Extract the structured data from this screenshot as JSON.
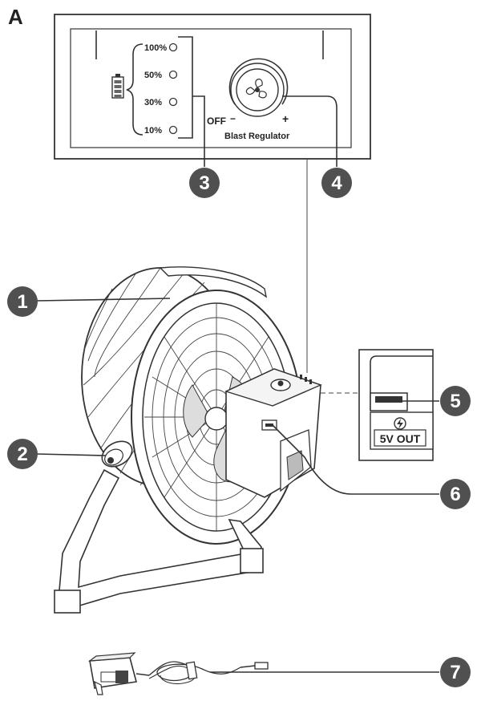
{
  "figure_letter": "A",
  "panel": {
    "levels": [
      "100%",
      "50%",
      "30%",
      "10%"
    ],
    "off_label": "OFF",
    "minus_label": "−",
    "plus_label": "+",
    "regulator_label": "Blast Regulator"
  },
  "usb_port_label": "5V OUT",
  "callouts": [
    "1",
    "2",
    "3",
    "4",
    "5",
    "6",
    "7"
  ],
  "colors": {
    "callout_fill": "#505050",
    "line": "#333333"
  },
  "icons": [
    "battery-icon",
    "fan-icon",
    "lightning-icon",
    "power-adapter-icon"
  ]
}
